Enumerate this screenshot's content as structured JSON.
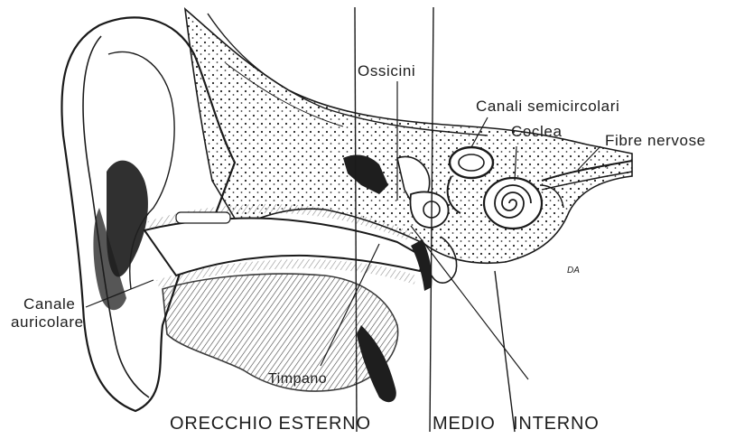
{
  "labels": {
    "ossicini": "Ossicini",
    "canali_semicircolari": "Canali semicircolari",
    "coclea": "Coclea",
    "fibre_nervose": "Fibre nervose",
    "canale_auricolare_line1": "Canale",
    "canale_auricolare_line2": "auricolare",
    "timpano": "Timpano",
    "signature": "DA"
  },
  "sections": {
    "esterno": "ORECCHIO ESTERNO",
    "medio": "MEDIO",
    "interno": "INTERNO"
  },
  "colors": {
    "ink": "#1a1a1a",
    "paper": "#ffffff",
    "shade": "#2b2b2b"
  }
}
